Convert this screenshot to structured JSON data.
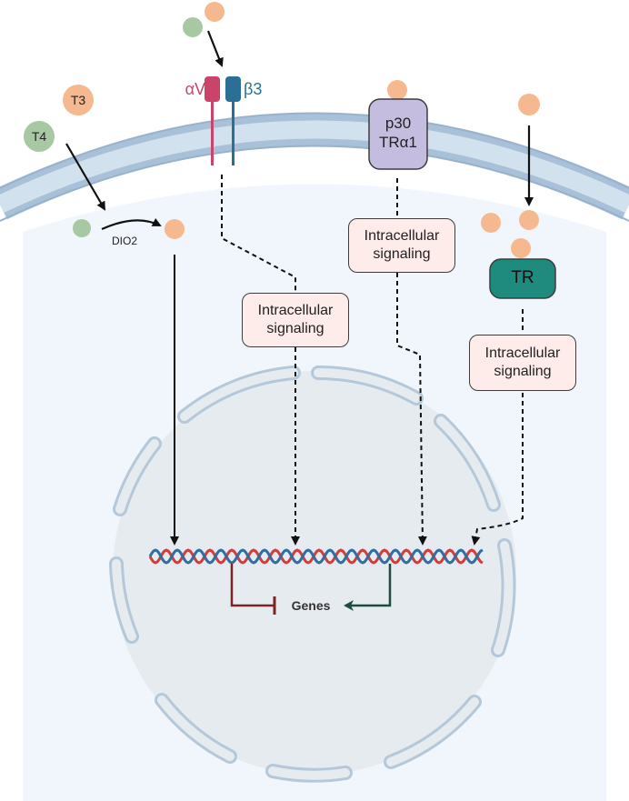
{
  "hormones": {
    "t3": "T3",
    "t4": "T4"
  },
  "enzyme": "DIO2",
  "integrin": {
    "alpha": "αV",
    "beta": "β3"
  },
  "p30": {
    "line1": "p30",
    "line2": "TRα1"
  },
  "tr": "TR",
  "signaling": {
    "box1": {
      "line1": "Intracellular",
      "line2": "signaling"
    },
    "box2": {
      "line1": "Intracellular",
      "line2": "signaling"
    },
    "box3": {
      "line1": "Intracellular",
      "line2": "signaling"
    }
  },
  "genes": "Genes",
  "colors": {
    "t3": "#f6b98f",
    "t4": "#a8c8a3",
    "alpha": "#c9436a",
    "beta": "#2b6f96",
    "p30_fill": "#c5bde0",
    "tr_fill": "#1f8a7e",
    "box_fill": "#fdecea",
    "dna_red": "#d63b3b",
    "dna_blue": "#2f6ea3",
    "repress": "#7a2424",
    "activate": "#1f4d3d",
    "cell": "#f1f6fc",
    "membrane": "#b8cde0",
    "nucleus": "#e8edf2"
  }
}
